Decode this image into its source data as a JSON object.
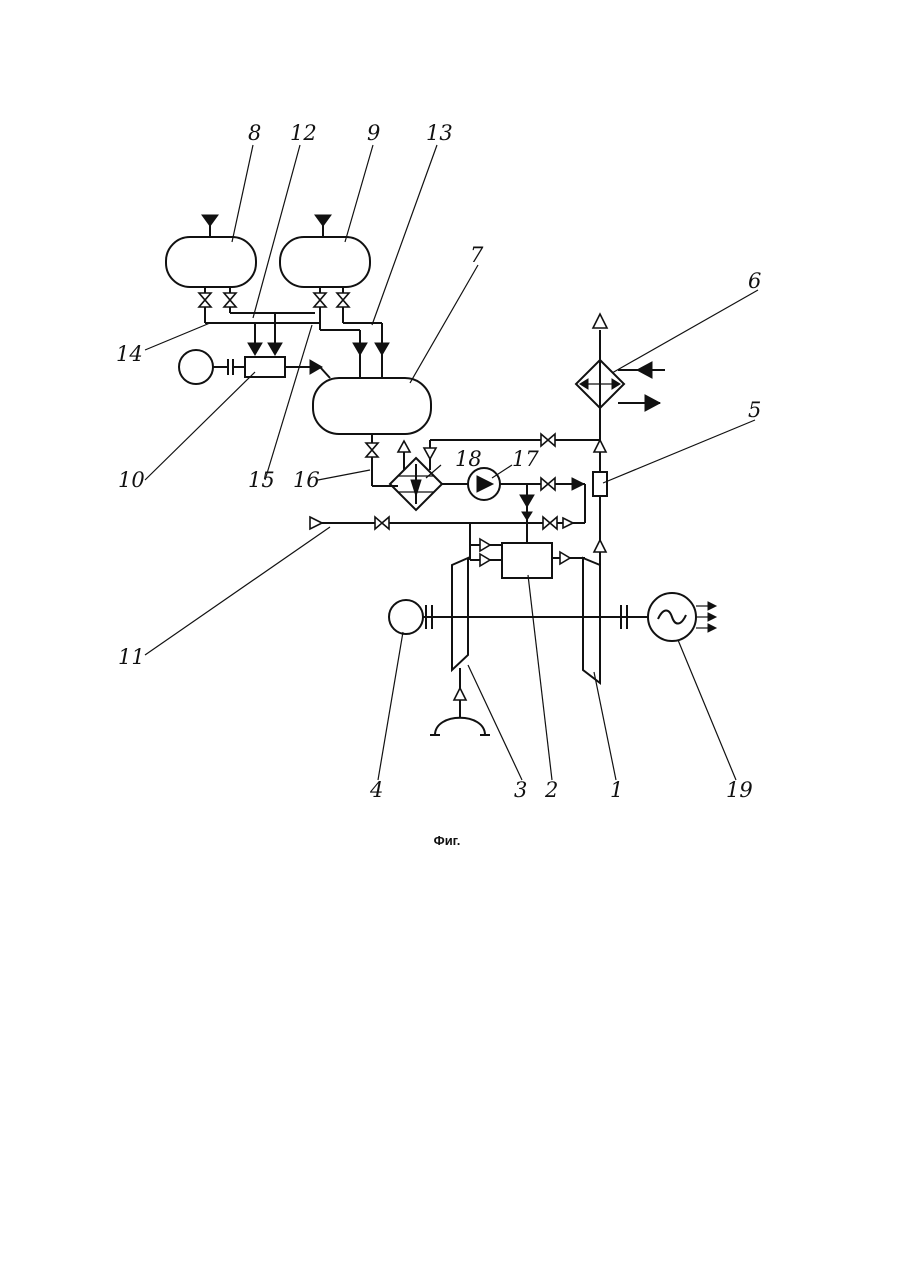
{
  "figure": {
    "caption": "Фиг.",
    "labels": [
      "1",
      "2",
      "3",
      "4",
      "5",
      "6",
      "7",
      "8",
      "9",
      "10",
      "11",
      "12",
      "13",
      "14",
      "15",
      "16",
      "17",
      "18",
      "19"
    ]
  },
  "colors": {
    "ink": "#111111",
    "paper": "#ffffff"
  },
  "icons": {
    "generator": "alternating-current-icon",
    "pump": "pump-icon",
    "motor": "circle-motor-icon",
    "valve": "valve-icon",
    "heat_exchanger": "diamond-heat-exchanger-icon",
    "flow_arrow": "triangle-arrow-icon"
  }
}
